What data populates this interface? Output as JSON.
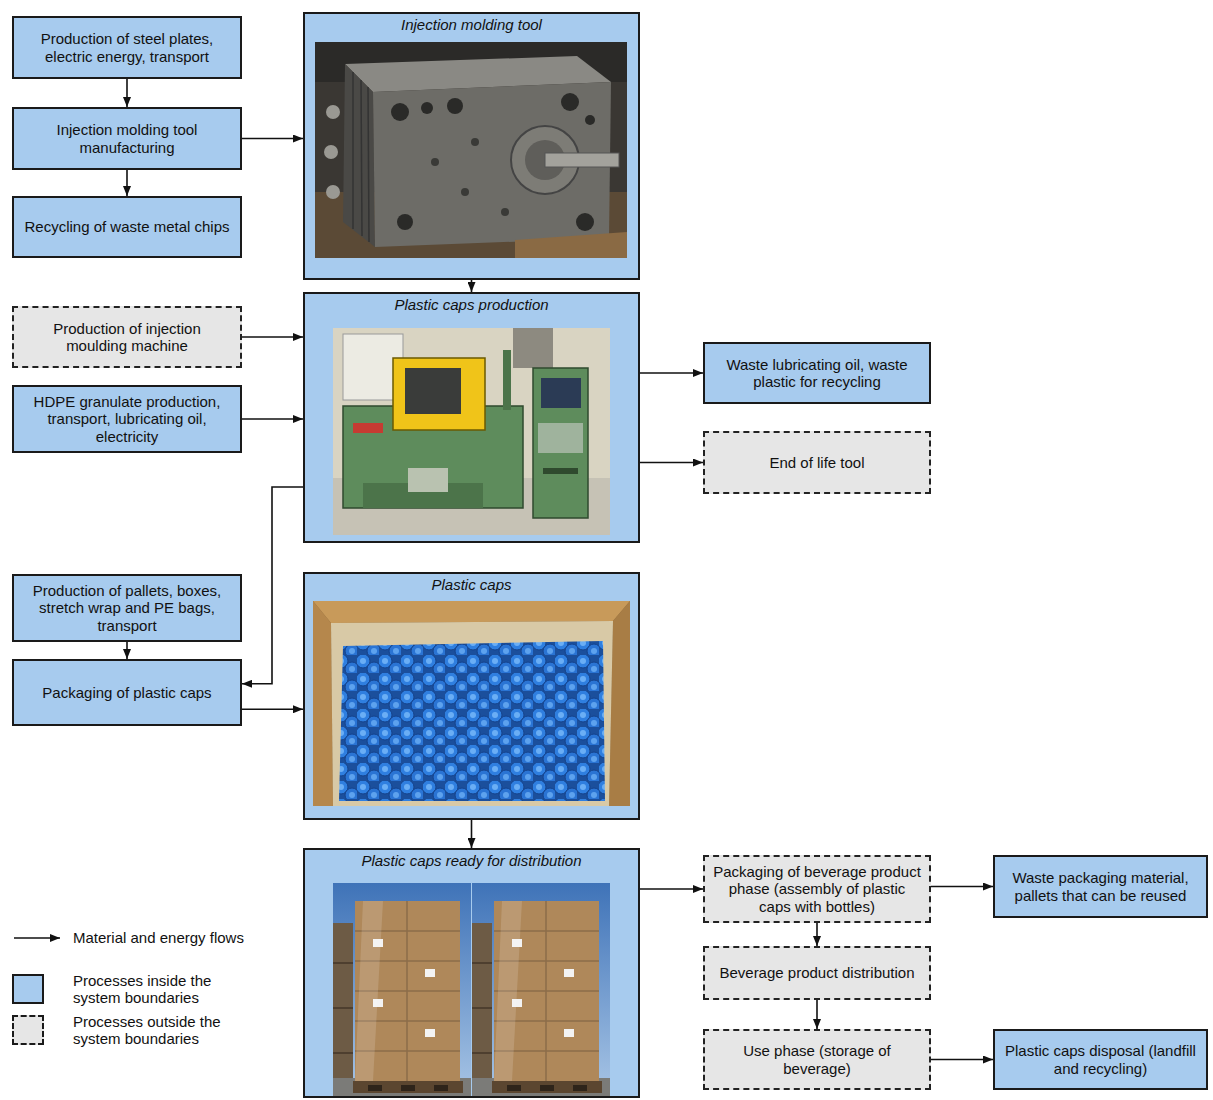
{
  "diagram": {
    "nodes": [
      {
        "text": [
          "Production of steel plates, electric energy, transport"
        ]
      },
      {
        "text": [
          "Injection molding tool manufacturing"
        ]
      },
      {
        "text": [
          "Recycling of waste metal chips"
        ]
      },
      {
        "text": [
          "Injection molding tool"
        ]
      },
      {
        "text": [
          "Production of injection moulding machine"
        ]
      },
      {
        "text": [
          "Plastic caps production"
        ]
      },
      {
        "text": [
          "HDPE granulate production, transport, lubricating oil, electricity"
        ]
      },
      {
        "text": [
          "Waste lubricating oil, waste plastic for recycling"
        ]
      },
      {
        "text": [
          "End of life tool"
        ]
      },
      {
        "text": [
          "Production of pallets, boxes, stretch wrap and PE bags, transport"
        ]
      },
      {
        "text": [
          "Packaging of plastic caps"
        ]
      },
      {
        "text": [
          "Plastic caps"
        ]
      },
      {
        "text": [
          "Plastic caps ready for distribution"
        ]
      },
      {
        "text": [
          "Packaging of beverage product phase (assembly of plastic caps with bottles)"
        ]
      },
      {
        "text": [
          "Waste packaging material, pallets that can be reused"
        ]
      },
      {
        "text": [
          "Beverage product distribution"
        ]
      },
      {
        "text": [
          "Use phase (storage of beverage)"
        ]
      },
      {
        "text": [
          "Plastic caps disposal (landfill and recycling)"
        ]
      }
    ],
    "edges": [
      {
        "from": 0,
        "to": 1,
        "arrow": "to"
      },
      {
        "from": 1,
        "to": 2,
        "arrow": "to"
      },
      {
        "from": 1,
        "to": 3,
        "arrow": "to"
      },
      {
        "from": 3,
        "to": 5,
        "arrow": "to"
      },
      {
        "from": 4,
        "to": 5,
        "arrow": "to"
      },
      {
        "from": 6,
        "to": 5,
        "arrow": "to"
      },
      {
        "from": 5,
        "to": 7,
        "arrow": "to"
      },
      {
        "from": 5,
        "to": 8,
        "arrow": "to"
      },
      {
        "from": 5,
        "to": 10,
        "arrow": "to"
      },
      {
        "from": 9,
        "to": 10,
        "arrow": "to"
      },
      {
        "from": 10,
        "to": 11,
        "arrow": "to"
      },
      {
        "from": 11,
        "to": 12,
        "arrow": "to"
      },
      {
        "from": 12,
        "to": 13,
        "arrow": "to"
      },
      {
        "from": 13,
        "to": 14,
        "arrow": "to"
      },
      {
        "from": 13,
        "to": 15,
        "arrow": "to"
      },
      {
        "from": 15,
        "to": 16,
        "arrow": "to"
      },
      {
        "from": 16,
        "to": 17,
        "arrow": "to"
      }
    ],
    "legend": [
      {
        "text": "Material and energy flows"
      },
      {
        "text": "Processes inside the system boundaries",
        "color": "#a7cbee"
      },
      {
        "text": "Processes outside the system boundaries",
        "color": "#e6e6e6"
      }
    ]
  }
}
